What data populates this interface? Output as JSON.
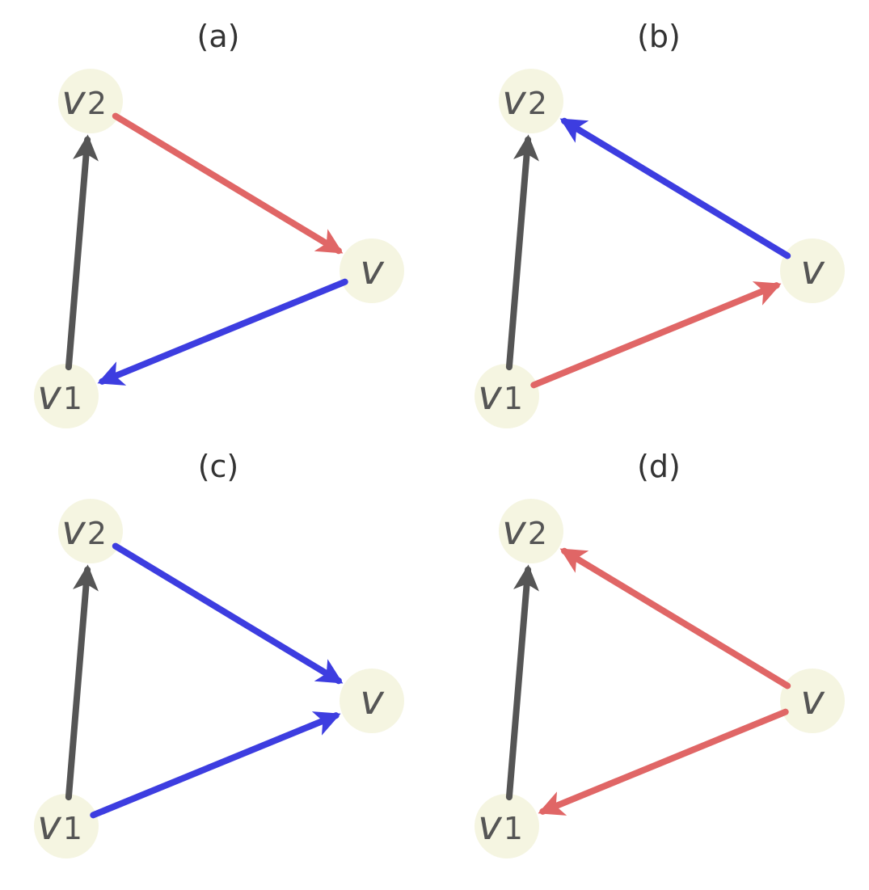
{
  "colors": {
    "node_fill": "#f5f5e1",
    "black_edge": "#555555",
    "red_edge": "#e06666",
    "blue_edge": "#3d3de0"
  },
  "nodes": [
    {
      "id": "v2",
      "main": "v",
      "sub": "2"
    },
    {
      "id": "v",
      "main": "v",
      "sub": ""
    },
    {
      "id": "v1",
      "main": "v",
      "sub": "1"
    }
  ],
  "panels": [
    {
      "label": "(a)",
      "edges": [
        {
          "from": "v1",
          "to": "v2",
          "color": "black"
        },
        {
          "from": "v2",
          "to": "v",
          "color": "red"
        },
        {
          "from": "v",
          "to": "v1",
          "color": "blue"
        }
      ]
    },
    {
      "label": "(b)",
      "edges": [
        {
          "from": "v1",
          "to": "v2",
          "color": "black"
        },
        {
          "from": "v",
          "to": "v2",
          "color": "blue"
        },
        {
          "from": "v1",
          "to": "v",
          "color": "red"
        }
      ]
    },
    {
      "label": "(c)",
      "edges": [
        {
          "from": "v1",
          "to": "v2",
          "color": "black"
        },
        {
          "from": "v2",
          "to": "v",
          "color": "blue"
        },
        {
          "from": "v1",
          "to": "v",
          "color": "blue"
        }
      ]
    },
    {
      "label": "(d)",
      "edges": [
        {
          "from": "v1",
          "to": "v2",
          "color": "black"
        },
        {
          "from": "v",
          "to": "v2",
          "color": "red"
        },
        {
          "from": "v",
          "to": "v1",
          "color": "red"
        }
      ]
    }
  ]
}
